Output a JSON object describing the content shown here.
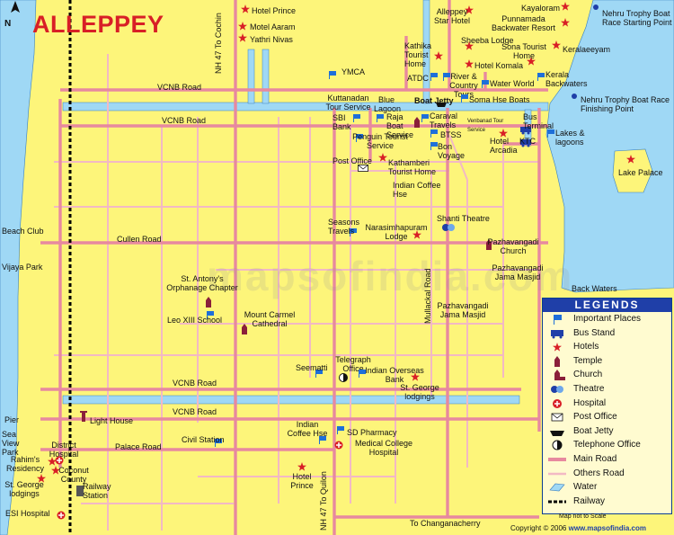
{
  "map_title": "ALLEPPEY",
  "north_label": "N",
  "watermark": "mapsofindia.com",
  "road_labels": {
    "nh47_top": "NH 47 To Cochin",
    "nh47_bottom": "NH 47 To Quilon",
    "vcnb_1": "VCNB Road",
    "vcnb_2": "VCNB Road",
    "vcnb_3": "VCNB Road",
    "vcnb_4": "VCNB Road",
    "cullen": "Cullen Road",
    "palace": "Palace Road",
    "mullackal": "Mullackal Road",
    "changanacherry": "To Changanacherry"
  },
  "places": {
    "hotel_prince_top": "Hotel Prince",
    "motel_aaram": "Motel Aaram",
    "yathri_nivas": "Yathri Nivas",
    "alleppey_star": "Alleppey Star Hotel",
    "kayaloram": "Kayaloram",
    "punnamada": "Punnamada Backwater Resort",
    "nehru_start": "Nehru Trophy Boat Race Starting Point",
    "keralaeeyam": "Keralaeeyam",
    "kathika": "Kathika Tourist Home",
    "sheeba": "Sheeba Lodge",
    "sona": "Sona Tourist Home",
    "komala": "Hotel Komala",
    "ymca": "YMCA",
    "atdc": "ATDC",
    "river_country": "River & Country Tours",
    "water_world": "Water World",
    "kerala_backwaters": "Kerala Backwaters",
    "nehru_finish": "Nehru Trophy Boat Race Finishing Point",
    "kuttanadan": "Kuttanadan Tour Service",
    "blue_lagoon": "Blue Lagoon",
    "boat_jetty": "Boat Jetty",
    "soma": "Soma Hse Boats",
    "sbi": "SBI Bank",
    "raja": "Raja Boat Service",
    "caraval": "Caraval Travels",
    "bus_terminal": "Bus Terminal",
    "venbanad": "Venbanad Tour Service",
    "btss": "BTSS",
    "penguin": "Penguin Tourist Service",
    "bon_voyage": "Bon Voyage",
    "arcadia": "Hotel Arcadia",
    "ktc": "KTC",
    "lakes": "Lakes & lagoons",
    "post_office": "Post Office",
    "kathamberi": "Kathamberi Tourist Home",
    "coffee_top": "Indian Coffee Hse",
    "lake_palace": "Lake Palace",
    "seasons": "Seasons Travels",
    "narasimha": "Narasimhapuram Lodge",
    "shanti": "Shanti Theatre",
    "pazh_church": "Pazhavangadi Church",
    "beach_club": "Beach Club",
    "vijaya_park": "Vijaya Park",
    "pazh_jama_r": "Pazhavangadi Jama Masjid",
    "back_waters": "Back Waters",
    "st_antony": "St. Antony's Orphanage Chapter",
    "leo": "Leo XIII School",
    "mount_carmel": "Mount Carmel Cathedral",
    "pazh_jama_c": "Pazhavangadi Jama Masjid",
    "telegraph": "Telegraph Office",
    "seematti": "Seematti",
    "indian_overseas": "Indian Overseas Bank",
    "st_george_r": "St. George lodgings",
    "pier": "Pier",
    "light_house": "Light House",
    "sea_view": "Sea View Park",
    "district_hosp": "District Hospital",
    "rahims": "Rahim's Residency",
    "coconut": "Coconut County",
    "st_george_l": "St. George lodgings",
    "railway_station": "Railway Station",
    "esi": "ESI Hospital",
    "civil_station": "Civil Station",
    "coffee_bottom": "Indian Coffee Hse",
    "sd_pharmacy": "SD Pharmacy",
    "medical_college": "Medical College Hospital",
    "hotel_prince_bottom": "Hotel Prince"
  },
  "legend": {
    "title": "LEGENDS",
    "items": [
      "Important Places",
      "Bus Stand",
      "Hotels",
      "Temple",
      "Church",
      "Theatre",
      "Hospital",
      "Post Office",
      "Boat Jetty",
      "Telephone Office",
      "Main Road",
      "Others Road",
      "Water",
      "Railway"
    ]
  },
  "footer": {
    "scale_note": "Map not to Scale",
    "copyright": "Copyright © 2006",
    "site": "www.mapsofindia.com"
  },
  "colors": {
    "land": "#fdf57a",
    "water": "#9fd8f5",
    "main_road": "#e7899f",
    "other_road": "#f2b9c4",
    "title": "#d81f26",
    "hotel": "#d81f26",
    "place": "#1e6fd9"
  }
}
